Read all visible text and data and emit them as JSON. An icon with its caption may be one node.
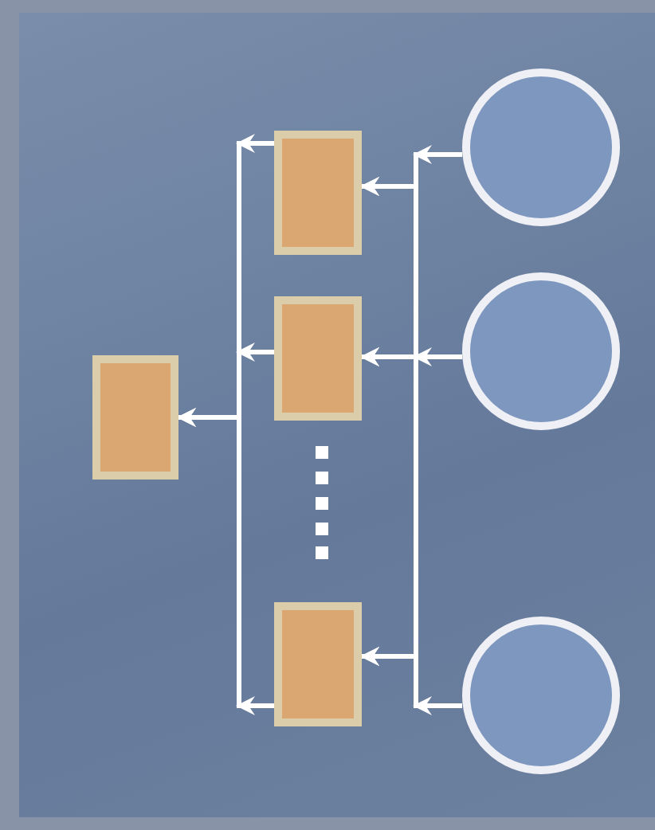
{
  "diagram": {
    "nodes": [
      {
        "text": [],
        "shape": "box"
      },
      {
        "text": [],
        "shape": "box"
      },
      {
        "text": [],
        "shape": "box"
      },
      {
        "text": [],
        "shape": "box"
      },
      {
        "text": [],
        "shape": "circle"
      },
      {
        "text": [],
        "shape": "circle"
      },
      {
        "text": [],
        "shape": "circle"
      }
    ],
    "edges": [
      {
        "from": 4,
        "to": 1,
        "arrow": "to"
      },
      {
        "from": 4,
        "to": 2,
        "arrow": "to"
      },
      {
        "from": 4,
        "to": 3,
        "arrow": "to"
      },
      {
        "from": 5,
        "to": 1,
        "arrow": "to"
      },
      {
        "from": 5,
        "to": 2,
        "arrow": "to"
      },
      {
        "from": 5,
        "to": 3,
        "arrow": "to"
      },
      {
        "from": 6,
        "to": 1,
        "arrow": "to"
      },
      {
        "from": 6,
        "to": 2,
        "arrow": "to"
      },
      {
        "from": 6,
        "to": 3,
        "arrow": "to"
      },
      {
        "from": 1,
        "to": 0,
        "arrow": "to"
      },
      {
        "from": 2,
        "to": 0,
        "arrow": "to"
      },
      {
        "from": 3,
        "to": 0,
        "arrow": "to"
      },
      {
        "from": 4,
        "to": null,
        "arrow": "to"
      },
      {
        "from": 5,
        "to": null,
        "arrow": "to"
      },
      {
        "from": 6,
        "to": null,
        "arrow": "to"
      },
      {
        "from": 1,
        "to": null,
        "arrow": "to"
      },
      {
        "from": 2,
        "to": null,
        "arrow": "to"
      },
      {
        "from": 3,
        "to": null,
        "arrow": "to"
      }
    ]
  }
}
